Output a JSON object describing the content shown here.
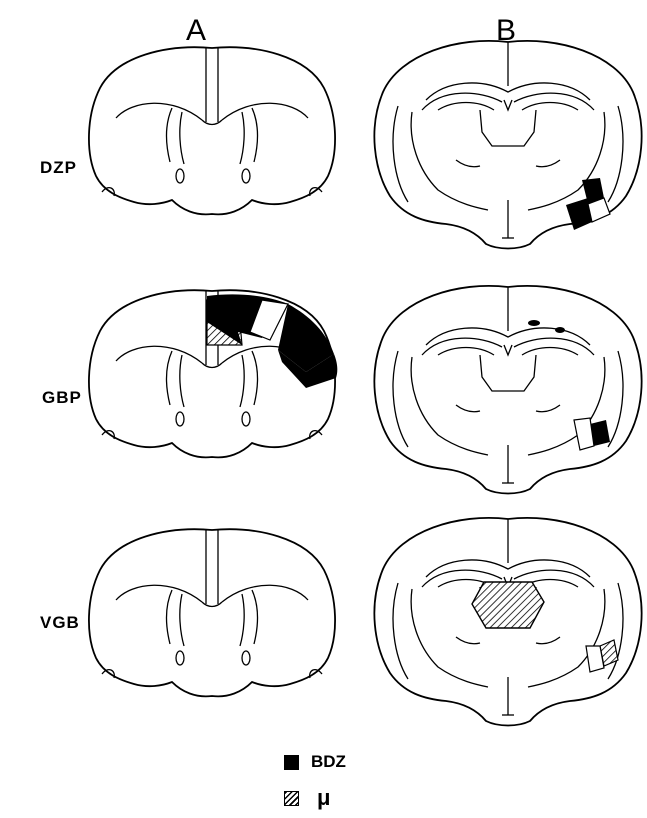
{
  "figure": {
    "columns": [
      {
        "id": "A",
        "label": "A"
      },
      {
        "id": "B",
        "label": "B"
      }
    ],
    "rows": [
      {
        "id": "dzp",
        "label": "DZP"
      },
      {
        "id": "gbp",
        "label": "GBP"
      },
      {
        "id": "vgb",
        "label": "VGB"
      }
    ],
    "legend": [
      {
        "label": "BDZ",
        "fill": "#000000",
        "pattern": "solid"
      },
      {
        "label": "μ",
        "fill": "#000000",
        "pattern": "hatched"
      }
    ]
  }
}
